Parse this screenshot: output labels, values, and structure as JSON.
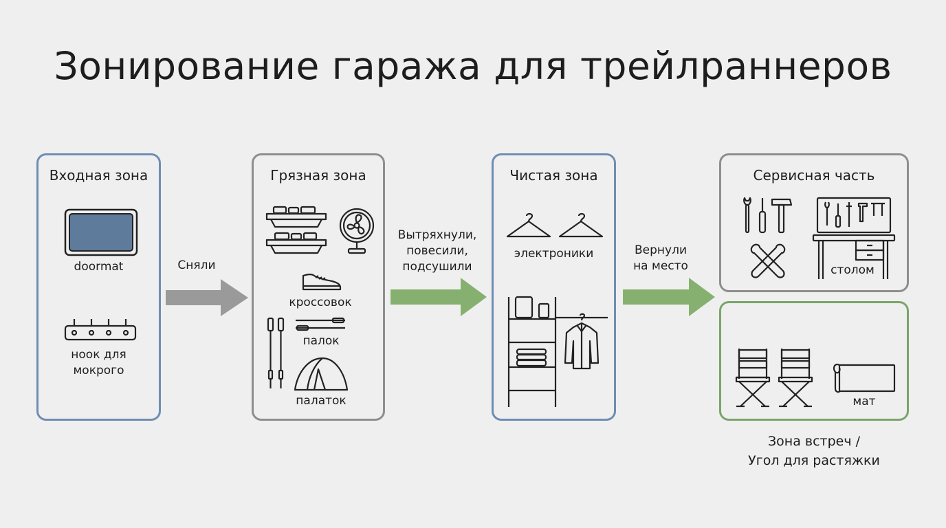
{
  "title": "Зонирование гаража для трейлраннеров",
  "colors": {
    "blue_border": "#6f8db3",
    "gray_border": "#8e8e8e",
    "green_border": "#7aa56a",
    "arrow_gray": "#9a9a9a",
    "arrow_green": "#86b06f",
    "doormat_fill": "#5f7b9c"
  },
  "zones": {
    "entry": {
      "title": "Входная зона",
      "items": {
        "doormat": "doormat",
        "hooks_line1": "ноок для",
        "hooks_line2": "мокрого"
      }
    },
    "dirty": {
      "title": "Грязная зона",
      "items": {
        "shoes": "кроссовок",
        "poles": "палок",
        "tents": "палаток"
      }
    },
    "clean": {
      "title": "Чистая зона",
      "items": {
        "hangers": "электроники"
      }
    },
    "service": {
      "title": "Сервисная часть",
      "items": {
        "desk": "столом"
      }
    },
    "meeting": {
      "items": {
        "mat": "мат"
      },
      "caption_line1": "Зона встреч /",
      "caption_line2": "Угол для растяжки"
    }
  },
  "arrows": {
    "a1": {
      "label_line1": "Сняли"
    },
    "a2": {
      "label_line1": "Вытряхнули,",
      "label_line2": "повесили,",
      "label_line3": "подсушили"
    },
    "a3": {
      "label_line1": "Вернули",
      "label_line2": "на место"
    }
  },
  "icons": [
    "doormat-icon",
    "hook-rack-icon",
    "trays-icon",
    "fan-icon",
    "sneaker-icon",
    "trekking-poles-icon",
    "tent-icon",
    "hanger-icon",
    "shelving-icon",
    "jacket-icon",
    "tools-icon",
    "wrenches-icon",
    "workbench-icon",
    "director-chair-icon",
    "rolled-mat-icon"
  ]
}
